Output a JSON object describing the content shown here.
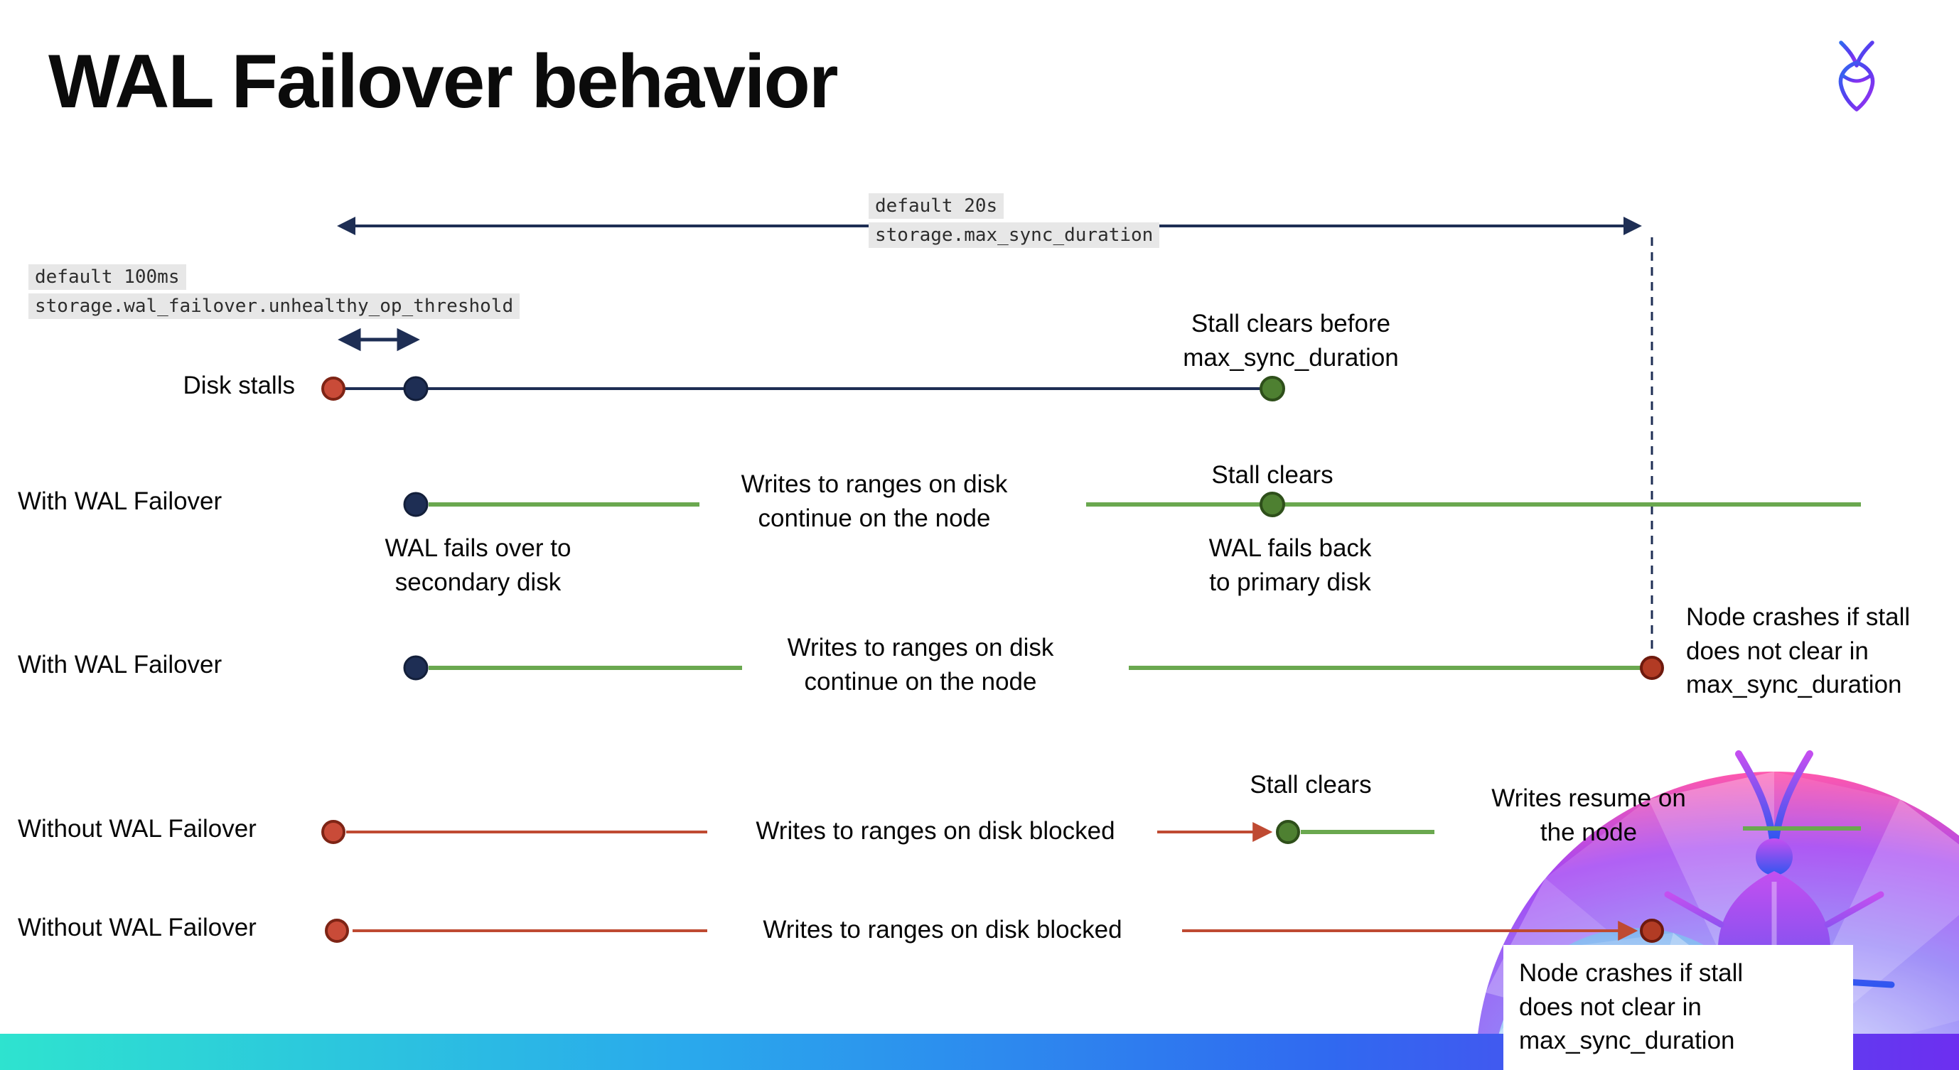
{
  "title": "WAL Failover behavior",
  "icons": {
    "logo": "cockroachdb-logo",
    "brand_art": "cockroach-brand-art"
  },
  "config_labels": {
    "max_sync_duration": {
      "line1": "default 20s",
      "line2": "storage.max_sync_duration"
    },
    "unhealthy_op_threshold": {
      "line1": "default 100ms",
      "line2": "storage.wal_failover.unhealthy_op_threshold"
    }
  },
  "rows": {
    "disk_stalls": {
      "label": "Disk stalls"
    },
    "with_wal_failover_1": {
      "label": "With WAL Failover"
    },
    "with_wal_failover_2": {
      "label": "With WAL Failover"
    },
    "without_wal_failover_1": {
      "label": "Without WAL Failover"
    },
    "without_wal_failover_2": {
      "label": "Without WAL Failover"
    }
  },
  "annotations": {
    "stall_clears_before": {
      "line1": "Stall clears before",
      "line2": "max_sync_duration"
    },
    "wal_fails_over": {
      "line1": "WAL fails over to",
      "line2": "secondary disk"
    },
    "writes_continue_1": {
      "line1": "Writes to ranges on disk",
      "line2": "continue on the node"
    },
    "stall_clears_1": "Stall clears",
    "wal_fails_back": {
      "line1": "WAL fails  back",
      "line2": "to primary disk"
    },
    "writes_continue_2": {
      "line1": "Writes to ranges on disk",
      "line2": "continue on the node"
    },
    "node_crashes_1": {
      "line1": "Node crashes if stall",
      "line2": "does not clear in",
      "line3": "max_sync_duration"
    },
    "writes_blocked_1": "Writes to ranges on disk  blocked",
    "stall_clears_2": "Stall clears",
    "writes_resume": {
      "line1": "Writes resume on",
      "line2": "the node"
    },
    "writes_blocked_2": "Writes to ranges on disk  blocked",
    "node_crashes_2": {
      "line1": "Node crashes if stall",
      "line2": "does not clear in",
      "line3": "max_sync_duration"
    }
  },
  "colors": {
    "navy": "#1e2e54",
    "red_line": "#bf4a32",
    "red_dot": "#c94b38",
    "green_line": "#6aa84f",
    "green_dot": "#4e8031",
    "tag_background": "#e7e7e7",
    "footer_gradient_left": "#2ee3cf",
    "footer_gradient_mid": "#2aa9ec",
    "footer_gradient_right": "#6d2ff0"
  }
}
